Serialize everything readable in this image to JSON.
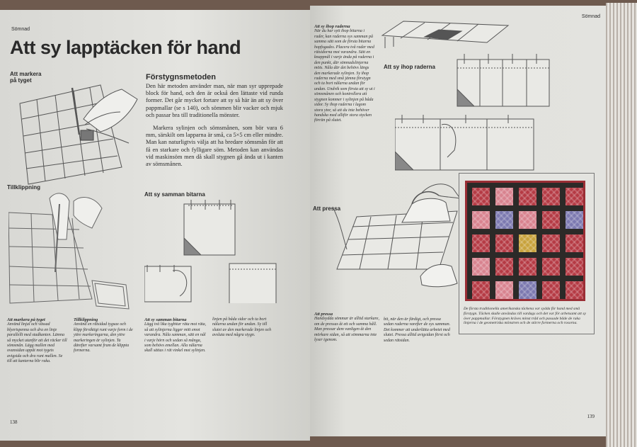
{
  "left": {
    "section_label": "Sömnad",
    "title": "Att sy lapptäcken för hand",
    "label_mark": "Att markera på tyget",
    "label_cut": "Tillklippning",
    "label_sew": "Att sy samman bitarna",
    "heading": "Förstygnsmetoden",
    "para1": "Den här metoden använder man, när man syr upprepade block för hand, och den är också den lättaste vid runda former. Det går mycket fortare att sy så här än att sy över pappmallar (se s 140), och sömmen blir vacker och mjuk och passar bra till traditionella mönster.",
    "para2": "Markera sylinjen och sömsmånen, som bör vara 6 mm, särskilt om lapparna är små, ca 5×5 cm eller mindre. Man kan naturligtvis välja att ha bredare sömsmån för att få en starkare och fylligare söm. Metoden kan användas vid maskinsöm men då skall stygnen gå ända ut i kanten av sömsmånen.",
    "captions": [
      {
        "title": "Att markera på tyget",
        "text": "Använd linjal och vässad blyertspenna och dra en linje parallellt med stadkanten. Lämna så mycket utanför att det räcker till sömsmån. Lägg mallen med ovansidan uppåt mot tygets avigsida och dra runt mallen. Se till att kanterna blir raka."
      },
      {
        "title": "Tillklippning",
        "text": "Använd en rätsidad tygsax och klipp försiktigt runt varje form i de yttre markeringarna, den yttre markeringen är sylinjen. Ta därefter varsamt fram de klippta formerna."
      },
      {
        "title": "Att sy samman bitarna",
        "text": "Lägg två lika tygbitar räta mot räta, så att sylinjerna ligger mitt emot varandra. Nåla samman, sätt en nål i varje hörn och sedan så många, som behövs emellan. Alla nålarna skall sättas i rät vinkel mot sylinjen."
      },
      {
        "title": "",
        "text": "linjen på båda sidor och ta bort nålarna undan för undan. Sy till slutet av den markerade linjen och avsluta med några stygn."
      }
    ],
    "page_number": "138"
  },
  "right": {
    "section_label": "Sömnad",
    "intro_title": "Att sy ihop raderna",
    "intro_text": "När du har sytt ihop bitarna i rader, kan raderna sys samman på samma sätt som de första bitarna hopfogades. Placera två rader med rätsidorna mot varandra. Sätt en knappnål i varje ända på raderna i den punkt, där sömnadslinjerna möts. Nåla där det behövs längs den markerade sylinjen. Sy ihop raderna med små jämna förstygn och ta bort nålarna undan för undan. Undvik som första att sy ut i sömsmånen och kontrollera att stygnen kommer i sylinjen på båda sidor. Sy ihop raderna i lagom stora ytor, så att du inte behöver handska med alltför stora stycken förrän på slutet.",
    "label_rows": "Att sy ihop raderna",
    "label_press": "Att pressa",
    "captions": [
      {
        "title": "Att pressa",
        "text": "Handsydda sömmar är alltid starkare, om de pressas åt ett och samma håll. Man pressar dem vanligen åt den mörkare sidan, så att sömmarna inte lyser igenom."
      },
      {
        "title": "",
        "text": "bit, när den är färdigt, och pressa sedan raderna varefter de sys samman. Det kommer att underlätta arbetet med slutet. Pressa alltid avigsidan först och sedan rätsidan."
      }
    ],
    "quilt_caption": "De första traditionella amerikanska täckena var sydda för hand med små förstygn. Täcken skulle användas till vardags och det var för arbetsamt att sy över pappmallar. Förstygnen kräves minst tråd och passade både de raka linjerna i de geometriska mönstren och de större formerna och rosorna.",
    "page_number": "139"
  },
  "quilt": {
    "rows": [
      [
        "red",
        "pink",
        "red",
        "red",
        "red"
      ],
      [
        "pink",
        "blue",
        "pink",
        "red",
        "blue"
      ],
      [
        "red",
        "red",
        "yellow",
        "red",
        "red"
      ],
      [
        "pink",
        "red",
        "red",
        "red",
        "red"
      ],
      [
        "red",
        "pink",
        "blue",
        "red",
        "red"
      ]
    ],
    "colors": {
      "red": "#b53a44",
      "pink": "#d8838f",
      "blue": "#7c79b0",
      "yellow": "#c8a23c",
      "background": "#2c2a28",
      "frame": "#9a2e35"
    }
  }
}
